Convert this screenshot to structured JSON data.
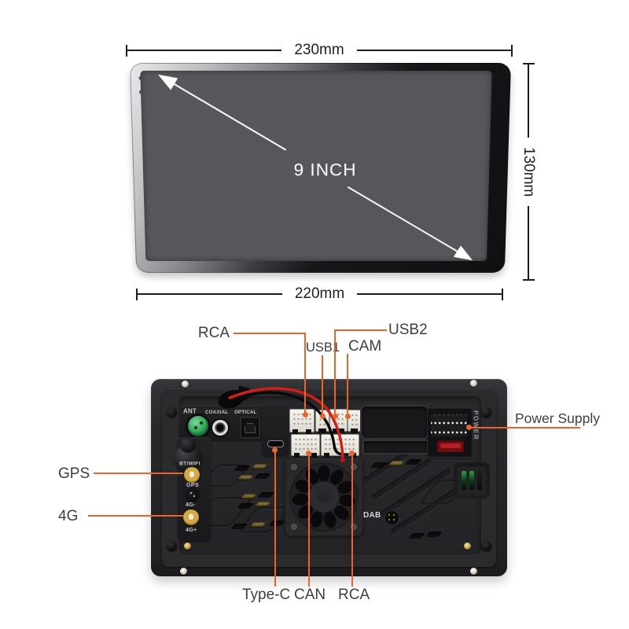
{
  "title": "9 inch car stereo - dimensions and rear connections",
  "colors": {
    "accent": "#e7642e",
    "dimension_line": "#1c1c1c",
    "label_text": "#3e3e3e",
    "screen": "#57575b"
  },
  "front_view": {
    "diagonal_label": "9 INCH",
    "width_top": "230mm",
    "width_bottom": "220mm",
    "height_right": "130mm"
  },
  "rear_view": {
    "callouts": {
      "rca_top": "RCA",
      "usb1": "USB1",
      "usb2": "USB2",
      "cam": "CAM",
      "power_supply": "Power Supply",
      "gps": "GPS",
      "four_g": "4G",
      "type_c": "Type-C",
      "can": "CAN",
      "rca_bottom": "RCA"
    },
    "panel_labels": {
      "ant": "ANT",
      "coaxial": "COAXIAL",
      "optical": "OPTICAL",
      "bt_wifi": "BT/WIFI",
      "gps": "GPS",
      "four_g_minus": "4G-",
      "four_g_plus": "4G+",
      "dab": "DAB",
      "power": "POWER"
    }
  }
}
